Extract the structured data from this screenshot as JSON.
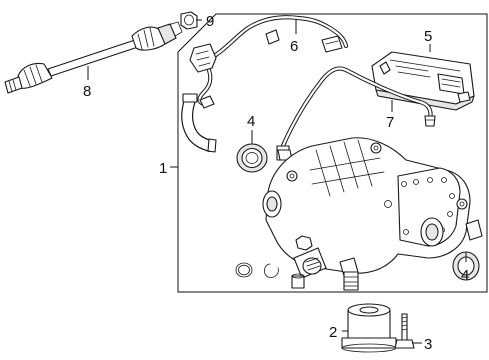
{
  "callouts": [
    {
      "id": "1",
      "label": "1"
    },
    {
      "id": "2",
      "label": "2"
    },
    {
      "id": "3",
      "label": "3"
    },
    {
      "id": "4a",
      "label": "4"
    },
    {
      "id": "4b",
      "label": "4"
    },
    {
      "id": "5",
      "label": "5"
    },
    {
      "id": "6",
      "label": "6"
    },
    {
      "id": "7",
      "label": "7"
    },
    {
      "id": "8",
      "label": "8"
    },
    {
      "id": "9",
      "label": "9"
    }
  ]
}
